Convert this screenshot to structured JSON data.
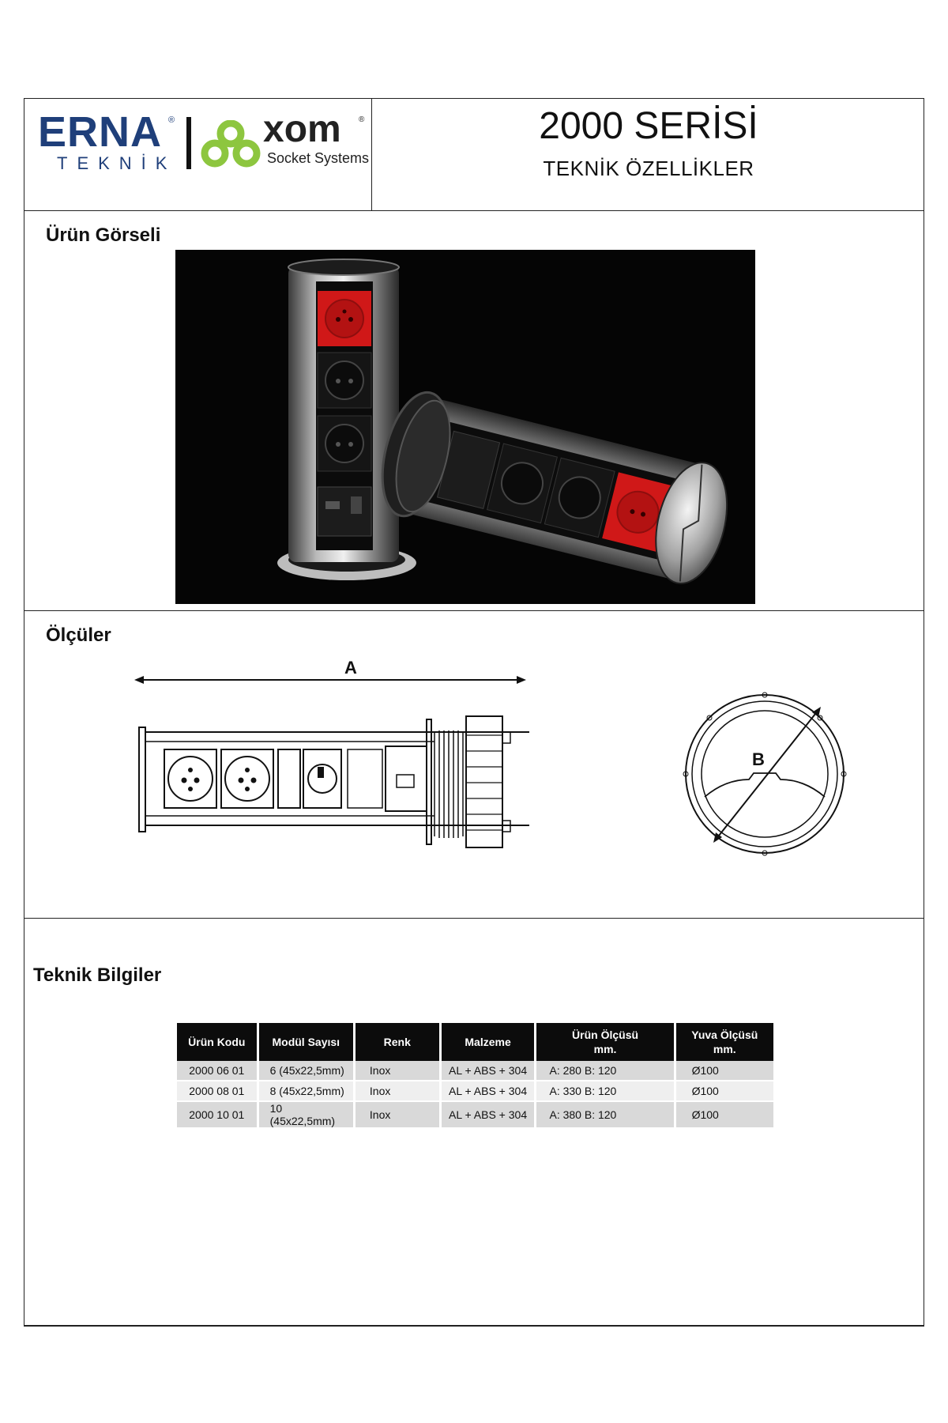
{
  "header": {
    "brand_left": "ERNA",
    "brand_left_sub": "TEKNİK",
    "brand_right": "xom",
    "brand_right_sub": "Socket Systems",
    "registered_mark": "®",
    "title": "2000 SERİSİ",
    "subtitle": "TEKNİK ÖZELLİKLER"
  },
  "sections": {
    "product_image": "Ürün Görseli",
    "dimensions": "Ölçüler",
    "technical_info": "Teknik Bilgiler"
  },
  "drawings": {
    "label_a": "A",
    "label_b": "B"
  },
  "table": {
    "headers": [
      "Ürün Kodu",
      "Modül Sayısı",
      "Renk",
      "Malzeme",
      "Ürün Ölçüsü mm.",
      "Yuva Ölçüsü mm."
    ],
    "header_lines": {
      "h5_line1": "Ürün Ölçüsü",
      "h5_line2": "mm.",
      "h6_line1": "Yuva Ölçüsü",
      "h6_line2": "mm."
    },
    "rows": [
      [
        "2000 06 01",
        "6 (45x22,5mm)",
        "Inox",
        "AL + ABS + 304",
        "A: 280 B: 120",
        "Ø100"
      ],
      [
        "2000 08 01",
        "8 (45x22,5mm)",
        "Inox",
        "AL + ABS + 304",
        "A: 330 B: 120",
        "Ø100"
      ],
      [
        "2000 10 01",
        "10 (45x22,5mm)",
        "Inox",
        "AL + ABS + 304",
        "A: 380 B: 120",
        "Ø100"
      ]
    ]
  },
  "colors": {
    "brand_blue": "#1f3f7a",
    "brand_green": "#8dc63f",
    "socket_red": "#d01818",
    "table_header": "#0c0c0c",
    "row_shade": "#d9d9d9"
  }
}
